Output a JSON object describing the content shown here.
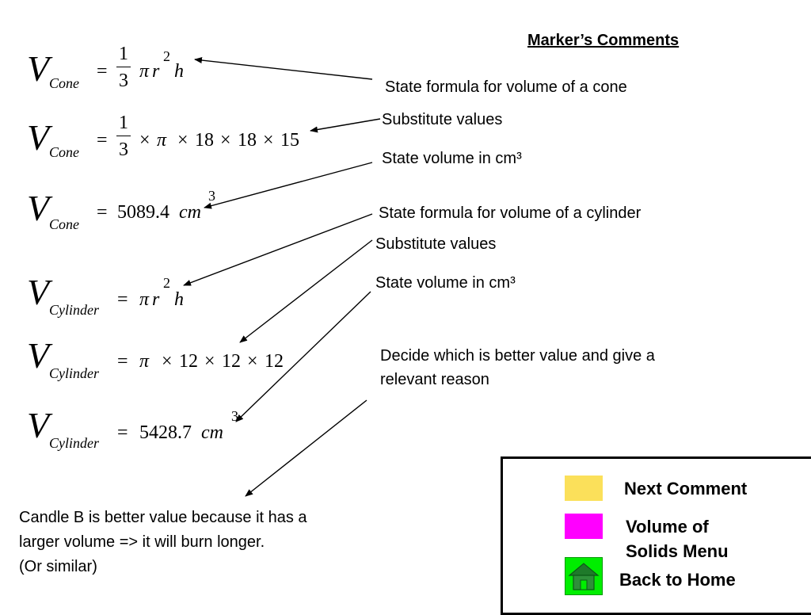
{
  "header": {
    "title": "Marker’s Comments"
  },
  "comments": [
    "State formula for volume of a cone",
    "Substitute values",
    "State volume in cm³",
    "State formula for volume of a cylinder",
    "Substitute values",
    "State volume in cm³",
    "Decide which is better value and give a",
    "relevant reason"
  ],
  "math": {
    "V": "V",
    "cone": "Cone",
    "cylinder": "Cylinder",
    "eq": "=",
    "one": "1",
    "three": "3",
    "two": "2",
    "pi": "π",
    "r": "r",
    "h": "h",
    "times": "×",
    "cone_values": [
      "18",
      "18",
      "15"
    ],
    "cylinder_values": [
      "12",
      "12",
      "12"
    ],
    "cone_result": "5089.4",
    "cylinder_result": "5428.7",
    "cm": "cm"
  },
  "answer": {
    "lines": [
      "Candle B is better value because it has a",
      "larger volume => it will burn longer.",
      "(Or similar)"
    ]
  },
  "nav": {
    "next_comment": "Next Comment",
    "volume_menu_line1": "Volume of",
    "volume_menu_line2": "Solids Menu",
    "home": "Back to Home",
    "colors": {
      "next": "#fbe05a",
      "menu": "#ff00ff",
      "home": "#00ee00"
    }
  }
}
